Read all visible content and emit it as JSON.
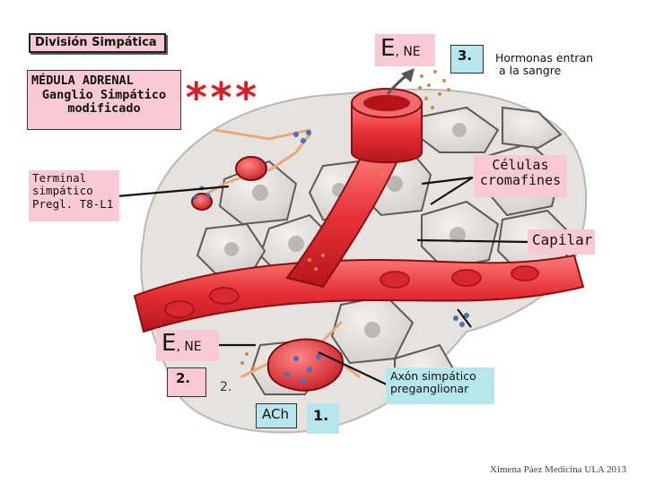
{
  "title": "División Simpática",
  "adrenal": {
    "line1": "MÉDULA ADRENAL",
    "line2": "Ganglio Simpático",
    "line3": "modificado"
  },
  "stars": "***",
  "terminal": {
    "line1": "Terminal",
    "line2": "simpático",
    "line3": "Pregl. T8-L1"
  },
  "top_e": "E",
  "top_ne": ", NE",
  "step3": "3.",
  "hormones": {
    "line1": "Hormonas entran",
    "line2": "a la sangre"
  },
  "chromaffin": {
    "line1": "Células",
    "line2": "cromafines"
  },
  "capillary": "Capilar",
  "bottom_e": "E",
  "bottom_ne": ", NE",
  "step2_box": "2.",
  "step2_plain": "2.",
  "ach": "ACh",
  "step1": "1.",
  "axon": {
    "line1": "Axón simpático",
    "line2": "preganglionar"
  },
  "credit": "Ximena Páez Medicina ULA 2013",
  "colors": {
    "pink_label": "#f9c9d4",
    "cyan_label": "#b7e6ec",
    "vessel": "#e8333a",
    "stars": "#d81f26"
  }
}
